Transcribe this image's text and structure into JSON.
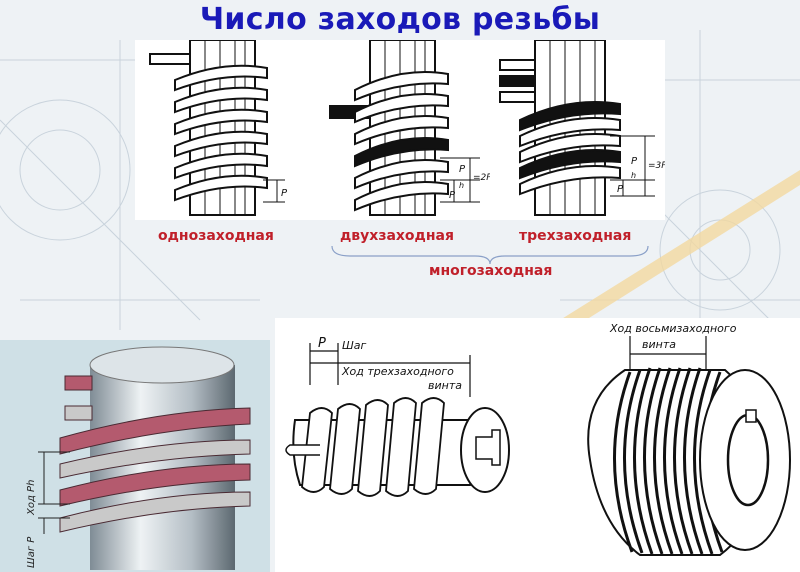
{
  "title": "Число заходов резьбы",
  "top_labels": {
    "single": "однозаходная",
    "double": "двухзаходная",
    "triple": "трехзаходная",
    "multi": "многозаходная"
  },
  "dimensions": {
    "p": "P",
    "ph": "P",
    "ph_sub": "h",
    "eq_2p": "=2P",
    "eq_3p": "=3P"
  },
  "photo_labels": {
    "hod": "Ход Ph",
    "shag": "Шаг P"
  },
  "worm": {
    "p": "P",
    "shag": "Шаг",
    "hod_line1": "Ход трехзаходного",
    "hod_line2": "винта"
  },
  "nut": {
    "hod_line1": "Ход восьмизаходного",
    "hod_line2": "винта"
  },
  "colors": {
    "title": "#1a1ab8",
    "labels": "#c0202a",
    "coil": "#b45a6e"
  }
}
